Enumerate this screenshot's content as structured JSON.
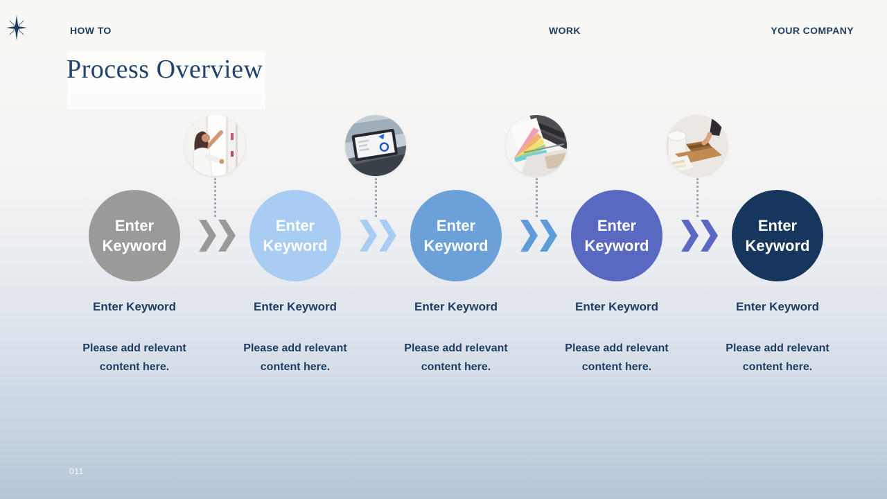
{
  "header": {
    "left": "HOW TO",
    "center": "WORK",
    "right": "YOUR COMPANY",
    "sparkle_icon": "four-point-sparkle"
  },
  "title": "Process Overview",
  "page_number": "011",
  "colors": {
    "text_navy": "#1e3d63",
    "background_top": "#f8f7f4",
    "background_bottom": "#b6c6d8",
    "dotted_line": "#a0a6ad"
  },
  "steps": [
    {
      "circle_label": "Enter Keyword",
      "circle_color": "#9b9a98",
      "heading": "Enter Keyword",
      "body": "Please add relevant content here."
    },
    {
      "circle_label": "Enter Keyword",
      "circle_color": "#a9cdf2",
      "heading": "Enter Keyword",
      "body": "Please add relevant content here."
    },
    {
      "circle_label": "Enter Keyword",
      "circle_color": "#6ba1d8",
      "heading": "Enter Keyword",
      "body": "Please add relevant content here."
    },
    {
      "circle_label": "Enter Keyword",
      "circle_color": "#5968c0",
      "heading": "Enter Keyword",
      "body": "Please add relevant content here."
    },
    {
      "circle_label": "Enter Keyword",
      "circle_color": "#16365d",
      "heading": "Enter Keyword",
      "body": "Please add relevant content here."
    }
  ],
  "connectors": [
    {
      "chevron_color": "#9a9998",
      "photo": "woman-at-whiteboard"
    },
    {
      "chevron_color": "#a9cdf2",
      "photo": "tablet-control-screen"
    },
    {
      "chevron_color": "#5e9bd9",
      "photo": "printer-color-swatches"
    },
    {
      "chevron_color": "#5b67c3",
      "photo": "hands-packing-box"
    }
  ]
}
